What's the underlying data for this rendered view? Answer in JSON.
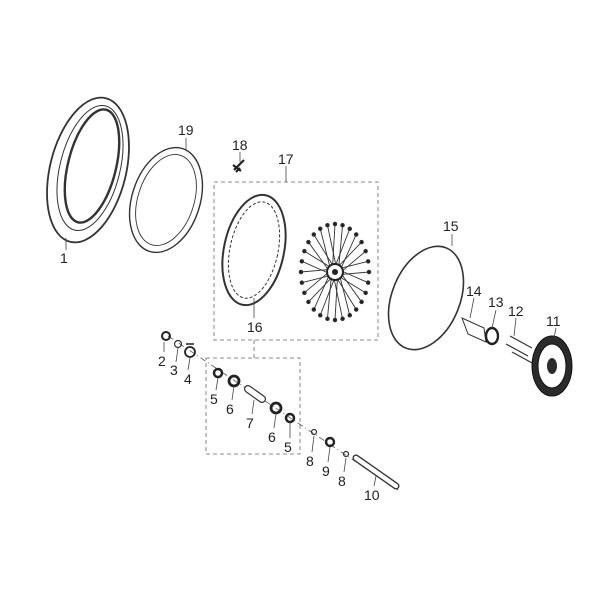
{
  "diagram": {
    "callouts": {
      "c1": "1",
      "c2": "2",
      "c3": "3",
      "c4": "4",
      "c5a": "5",
      "c5b": "5",
      "c6a": "6",
      "c6b": "6",
      "c7": "7",
      "c8a": "8",
      "c8b": "8",
      "c9": "9",
      "c10": "10",
      "c11": "11",
      "c12": "12",
      "c13": "13",
      "c14": "14",
      "c15": "15",
      "c16": "16",
      "c17": "17",
      "c18": "18",
      "c19": "19"
    }
  }
}
